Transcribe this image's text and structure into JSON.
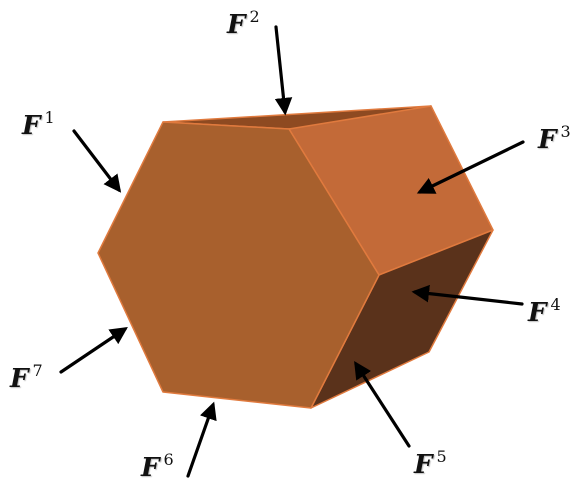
{
  "colors": {
    "front_face": "#a8602d",
    "right_upper_face": "#c36a38",
    "top_face": "#8e4a21",
    "right_lower_face": "#5a321b",
    "edge_highlight": "#e07a3e",
    "arrow": "#000000"
  },
  "forces": [
    {
      "letter": "F",
      "index": "1"
    },
    {
      "letter": "F",
      "index": "2"
    },
    {
      "letter": "F",
      "index": "3"
    },
    {
      "letter": "F",
      "index": "4"
    },
    {
      "letter": "F",
      "index": "5"
    },
    {
      "letter": "F",
      "index": "6"
    },
    {
      "letter": "F",
      "index": "7"
    }
  ]
}
